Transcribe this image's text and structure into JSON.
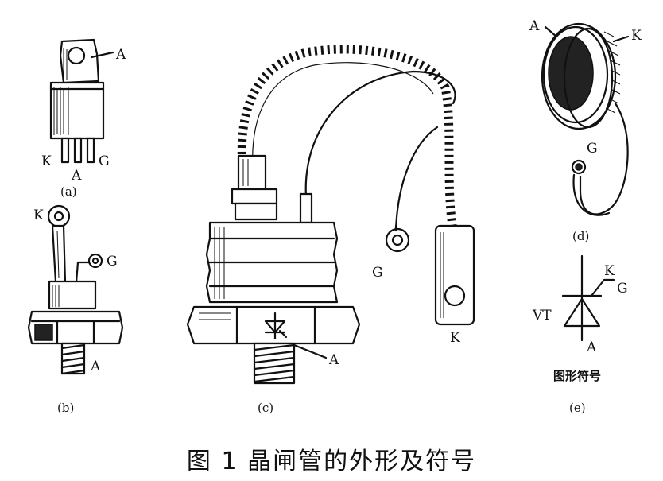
{
  "caption": "图 1   晶闸管的外形及符号",
  "panels": {
    "a": {
      "sub_label": "(a)",
      "pin_a": "A",
      "pin_k": "K",
      "pin_g": "G",
      "pin_a_bottom": "A"
    },
    "b": {
      "sub_label": "(b)",
      "pin_k": "K",
      "pin_g": "G",
      "pin_a": "A"
    },
    "c": {
      "sub_label": "(c)",
      "pin_g": "G",
      "pin_k": "K",
      "pin_a": "A"
    },
    "d": {
      "sub_label": "(d)",
      "pin_a": "A",
      "pin_k": "K",
      "pin_g": "G"
    },
    "e": {
      "sub_label": "(e)",
      "vt": "VT",
      "pin_k": "K",
      "pin_g": "G",
      "pin_a": "A",
      "symbol_caption": "图形符号"
    }
  }
}
